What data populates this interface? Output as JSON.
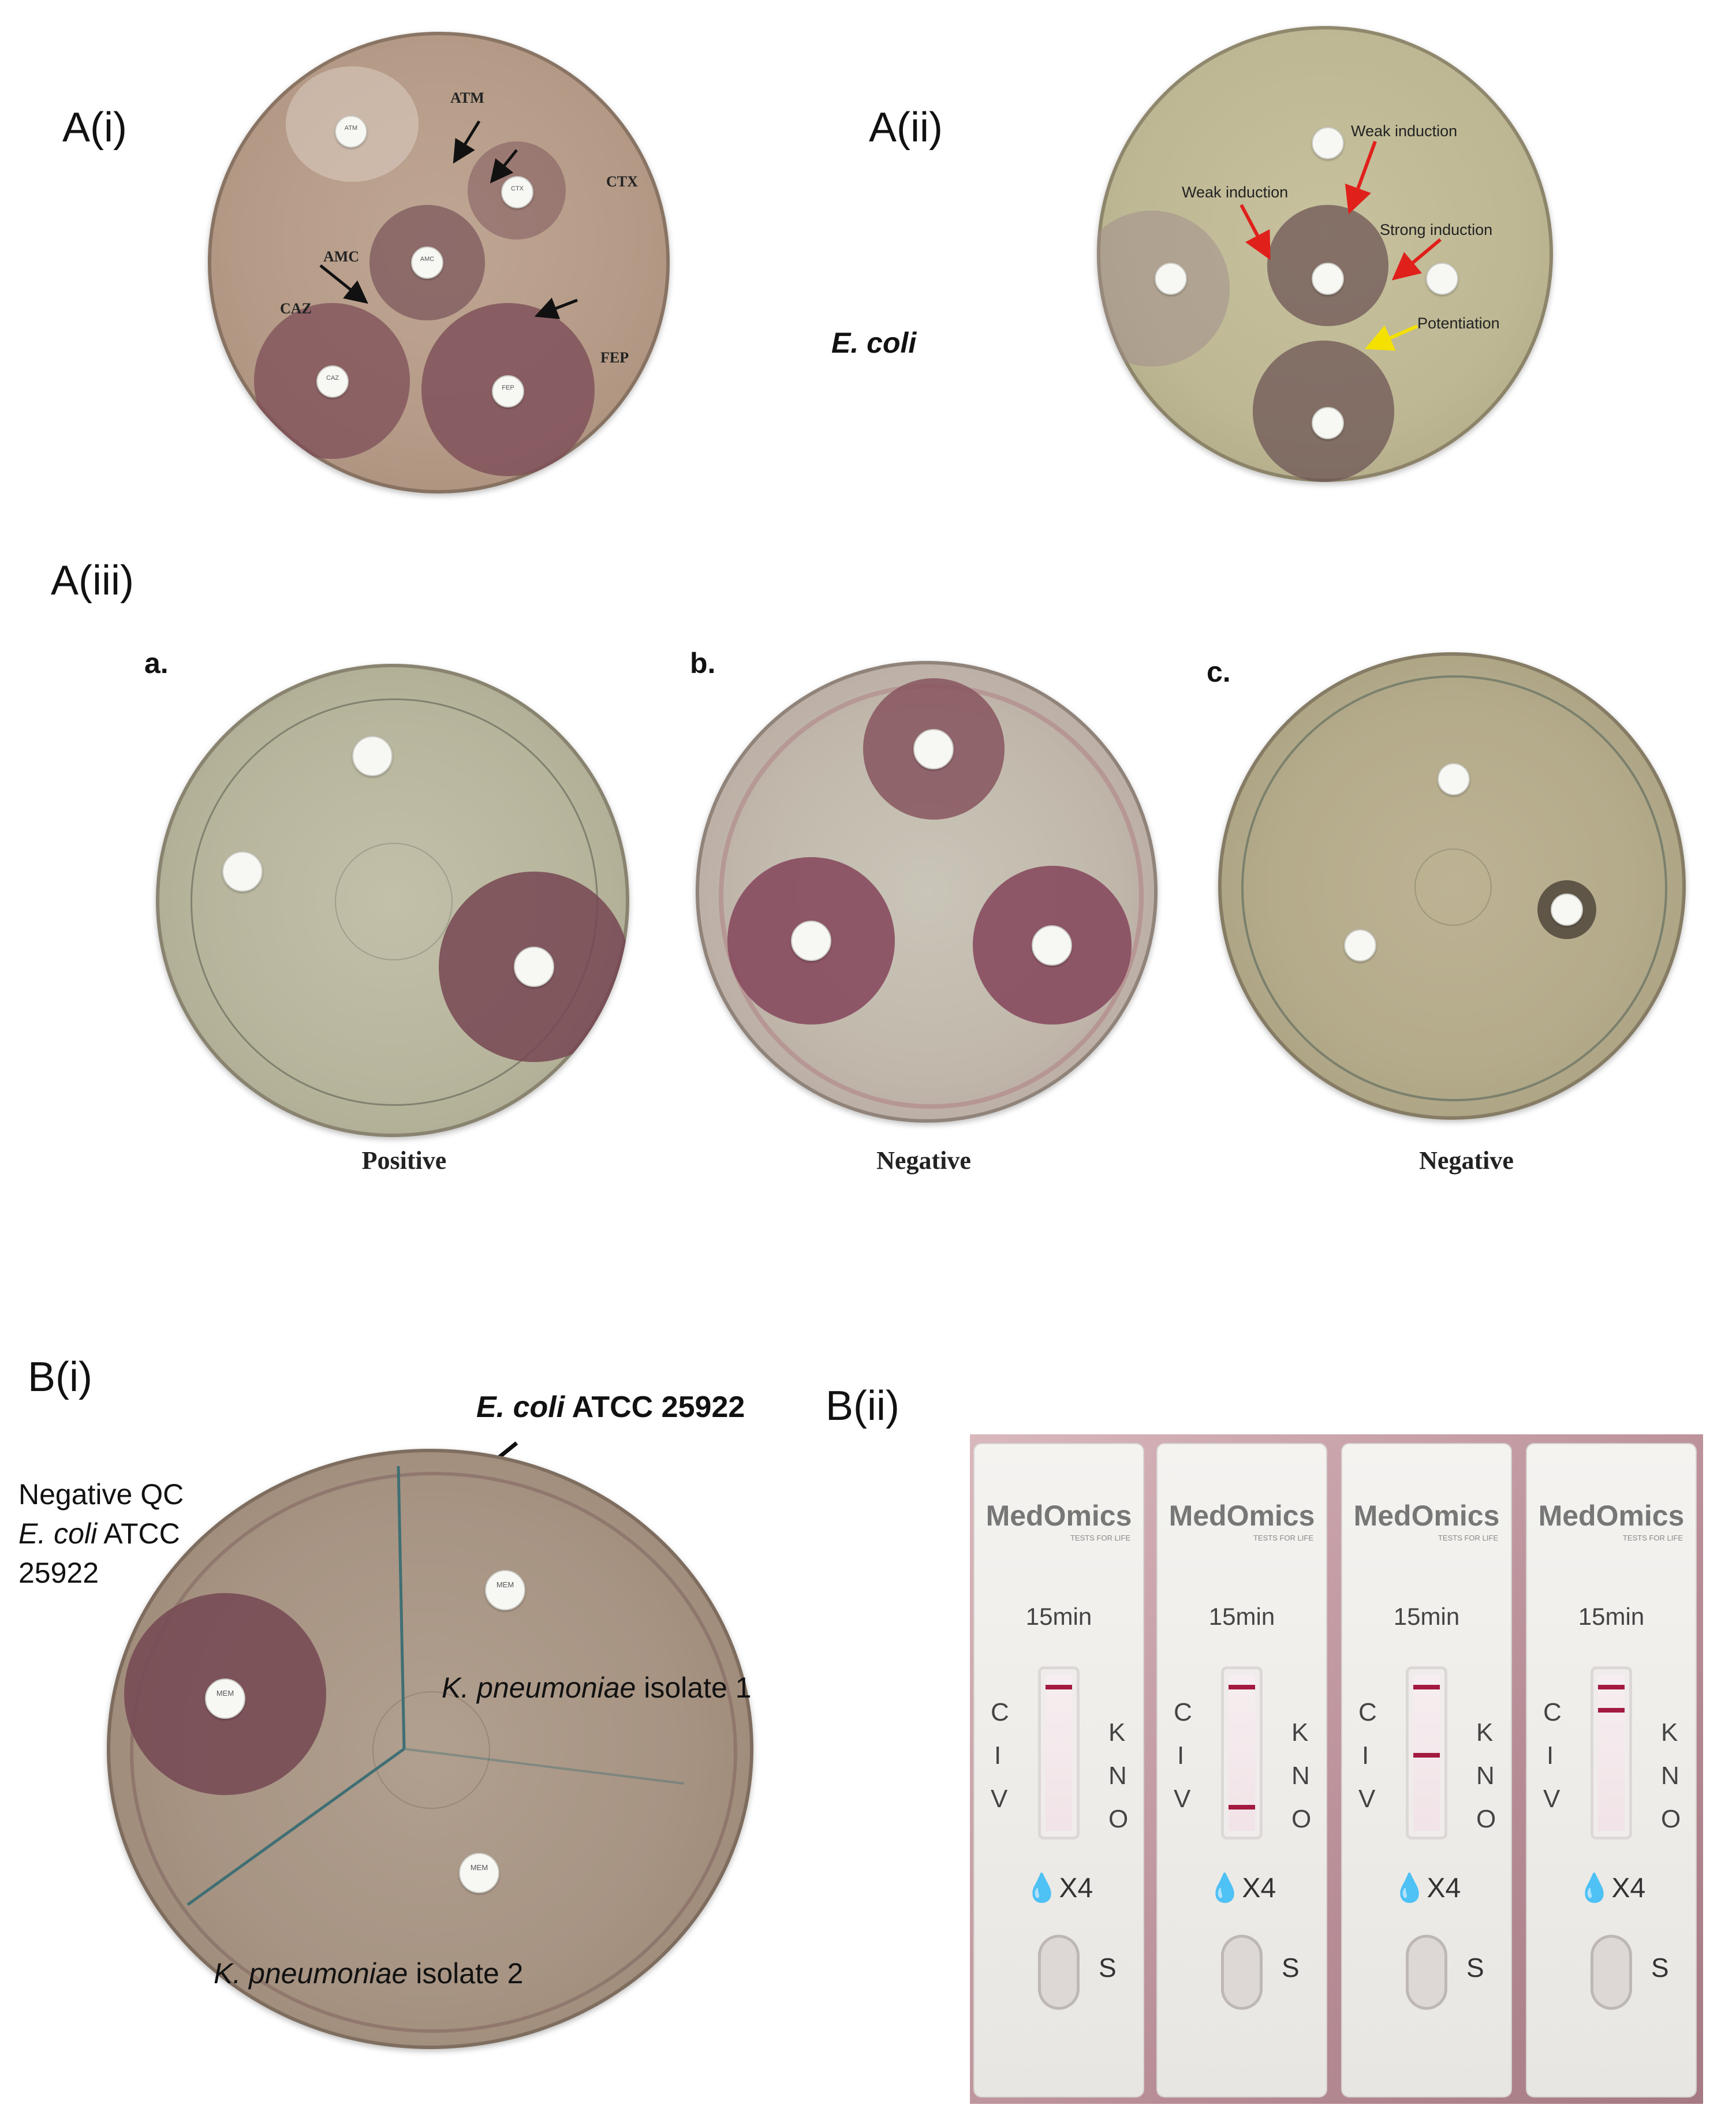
{
  "panels": {
    "a_i": "A(i)",
    "a_ii": "A(ii)",
    "a_iii": "A(iii)",
    "b_i": "B(i)",
    "b_ii": "B(ii)"
  },
  "plate_a_i": {
    "labels": {
      "atm": "ATM",
      "ctx": "CTX",
      "amc": "AMC",
      "caz": "CAZ",
      "fep": "FEP"
    }
  },
  "plate_a_ii": {
    "organism": "E. coli",
    "annotations": {
      "weak_induction_top": "Weak induction",
      "weak_induction_left": "Weak induction",
      "strong_induction": "Strong induction",
      "potentiation": "Potentiation"
    },
    "arrow_colors": {
      "induction": "#e0201b",
      "potentiation": "#f4e100"
    }
  },
  "plate_a_iii": {
    "subpanels": [
      "a.",
      "b.",
      "c."
    ],
    "results": [
      "Positive",
      "Negative",
      "Negative"
    ]
  },
  "plate_b_i": {
    "top_label_italic": "E. coli",
    "top_label_rest": " ATCC 25922",
    "qc_line1": "Negative QC",
    "qc_line2_italic": "E. coli",
    "qc_line2_rest": " ATCC",
    "qc_line3": "25922",
    "isolate1_italic": "K. pneumoniae",
    "isolate1_rest": " isolate 1",
    "isolate2_italic": "K. pneumoniae",
    "isolate2_rest": " isolate 2"
  },
  "strips": {
    "brand": "MedOmics",
    "tagline": "TESTS FOR LIFE",
    "timer": "15min",
    "left_letters": [
      "C",
      "I",
      "V"
    ],
    "right_letters": [
      "K",
      "N",
      "O"
    ],
    "drops": "X4",
    "sample": "S"
  },
  "colors": {
    "agar_amber": "#b49a86",
    "agar_green": "#b9b59a",
    "inhibition_zone": "#8c5a63",
    "test_band": "#a3193f"
  }
}
